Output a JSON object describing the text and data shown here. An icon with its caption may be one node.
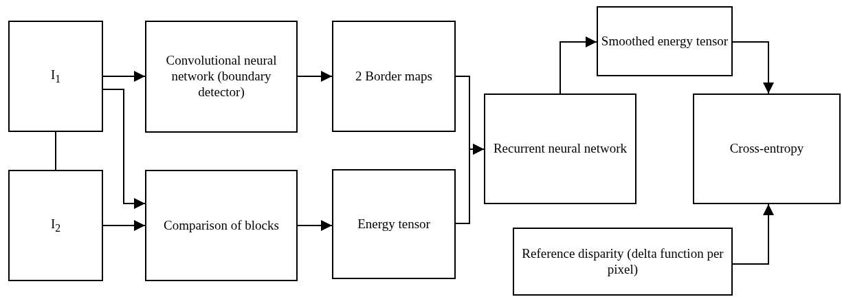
{
  "diagram": {
    "nodes": [
      {
        "text": [
          "I$_{1}$"
        ]
      },
      {
        "text": [
          "I$_{2}$"
        ]
      },
      {
        "text": [
          "Convolutional neural network (boundary detector)"
        ]
      },
      {
        "text": [
          "Comparison of blocks"
        ]
      },
      {
        "text": [
          "2 Border maps"
        ]
      },
      {
        "text": [
          "Energy tensor"
        ]
      },
      {
        "text": [
          "Recurrent neural network"
        ]
      },
      {
        "text": [
          "Smoothed energy tensor"
        ]
      },
      {
        "text": [
          "Cross-entropy"
        ]
      },
      {
        "text": [
          "Reference disparity (delta function per pixel)"
        ]
      }
    ],
    "edges": [
      {
        "from": 0,
        "to": 1,
        "arrow": "none"
      },
      {
        "from": 0,
        "to": 2,
        "arrow": "to"
      },
      {
        "from": 0,
        "to": 3,
        "arrow": "to"
      },
      {
        "from": 1,
        "to": 3,
        "arrow": "to"
      },
      {
        "from": 2,
        "to": 4,
        "arrow": "to"
      },
      {
        "from": 3,
        "to": 5,
        "arrow": "to"
      },
      {
        "from": 4,
        "to": 6,
        "arrow": "to"
      },
      {
        "from": 5,
        "to": 6,
        "arrow": "to"
      },
      {
        "from": 6,
        "to": 7,
        "arrow": "to"
      },
      {
        "from": 7,
        "to": 8,
        "arrow": "to"
      },
      {
        "from": 9,
        "to": 8,
        "arrow": "to"
      }
    ]
  }
}
